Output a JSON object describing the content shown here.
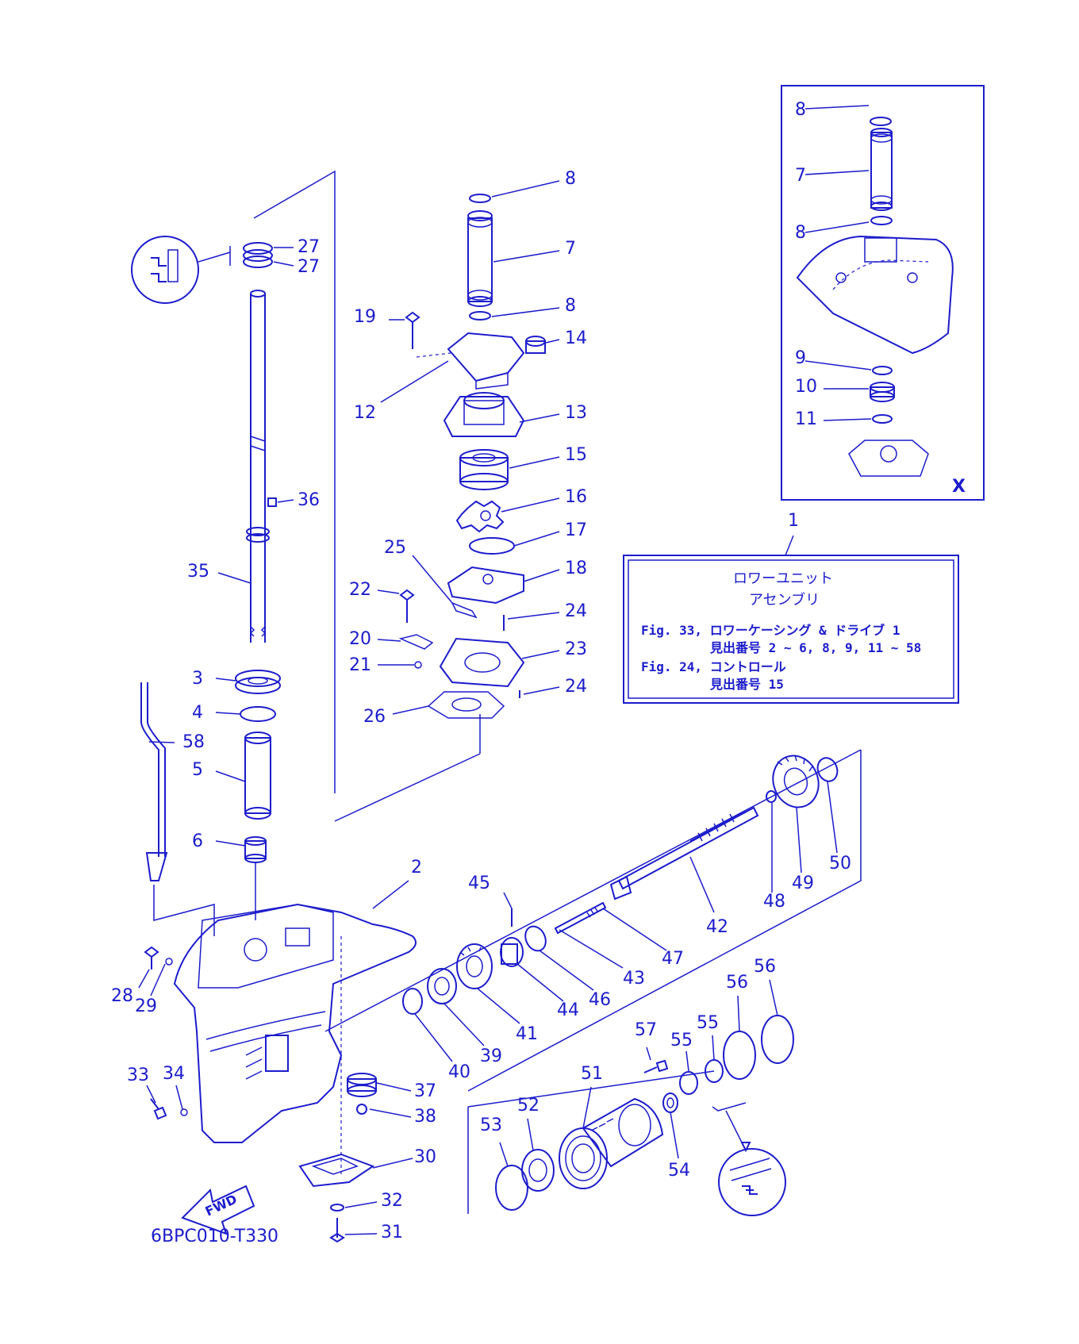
{
  "diagram": {
    "drawing_code": "6BPC010-T330",
    "fwd_label": "FWD",
    "inset_label": "X",
    "legend": {
      "ref_number": "1",
      "title_line1": "ロワーユニット",
      "title_line2": "アセンブリ",
      "ref1": "Fig. 33, ロワーケーシング & ドライブ 1",
      "ref1_sub": "見出番号 2 ~ 6, 8, 9, 11 ~ 58",
      "ref2": "Fig. 24, コントロール",
      "ref2_sub": "見出番号 15"
    },
    "callouts": {
      "x8a": "8",
      "x7": "7",
      "x8b": "8",
      "x9": "9",
      "x10": "10",
      "x11": "11",
      "p8a": "8",
      "p7": "7",
      "p8b": "8",
      "p19": "19",
      "p14": "14",
      "p12": "12",
      "p13": "13",
      "p15": "15",
      "p16": "16",
      "p17": "17",
      "p25": "25",
      "p18": "18",
      "p22": "22",
      "p24a": "24",
      "p20": "20",
      "p23": "23",
      "p21": "21",
      "p24b": "24",
      "p26": "26",
      "p27a": "27",
      "p27b": "27",
      "p36": "36",
      "p35": "35",
      "p3": "3",
      "p4": "4",
      "p58": "58",
      "p5": "5",
      "p6": "6",
      "p2": "2",
      "p45": "45",
      "p42": "42",
      "p47": "47",
      "p43": "43",
      "p46": "46",
      "p44": "44",
      "p41": "41",
      "p39": "39",
      "p40": "40",
      "p48": "48",
      "p49": "49",
      "p50": "50",
      "p28": "28",
      "p29": "29",
      "p33": "33",
      "p34": "34",
      "p37": "37",
      "p38": "38",
      "p30": "30",
      "p32": "32",
      "p31": "31",
      "p57": "57",
      "p55a": "55",
      "p55b": "55",
      "p56a": "56",
      "p56b": "56",
      "p51": "51",
      "p52": "52",
      "p53": "53",
      "p54": "54"
    }
  }
}
